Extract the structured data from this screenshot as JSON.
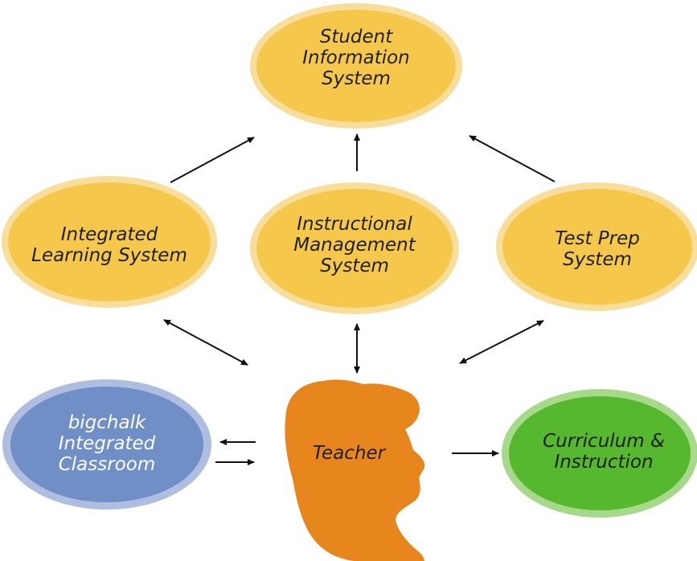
{
  "nodes": {
    "sis": {
      "label": "Student\nInformation\nSystem",
      "fill": "#f5c84c",
      "ring": "#f8de9a"
    },
    "ils": {
      "label": "Integrated\nLearning System",
      "fill": "#f5c84c",
      "ring": "#f8de9a"
    },
    "ims": {
      "label": "Instructional\nManagement\nSystem",
      "fill": "#f5c84c",
      "ring": "#f8de9a"
    },
    "tps": {
      "label": "Test Prep\nSystem",
      "fill": "#f5c84c",
      "ring": "#f8de9a"
    },
    "bic": {
      "label": "bigchalk\nIntegrated\nClassroom",
      "fill": "#6f8fc6",
      "ring": "#aebde0"
    },
    "teacher": {
      "label": "Teacher",
      "fill": "#e8861e"
    },
    "ci": {
      "label": "Curriculum &\nInstruction",
      "fill": "#55b82e",
      "ring": "#a6d98a"
    }
  },
  "edges": [
    {
      "from": "ils",
      "to": "sis",
      "direction": "forward"
    },
    {
      "from": "ims",
      "to": "sis",
      "direction": "forward"
    },
    {
      "from": "tps",
      "to": "sis",
      "direction": "forward"
    },
    {
      "from": "teacher",
      "to": "ils",
      "direction": "both"
    },
    {
      "from": "teacher",
      "to": "ims",
      "direction": "both"
    },
    {
      "from": "teacher",
      "to": "tps",
      "direction": "both"
    },
    {
      "from": "teacher",
      "to": "bic",
      "direction": "forward"
    },
    {
      "from": "bic",
      "to": "teacher",
      "direction": "forward"
    },
    {
      "from": "teacher",
      "to": "ci",
      "direction": "forward"
    }
  ],
  "colors": {
    "arrow": "#111111"
  }
}
